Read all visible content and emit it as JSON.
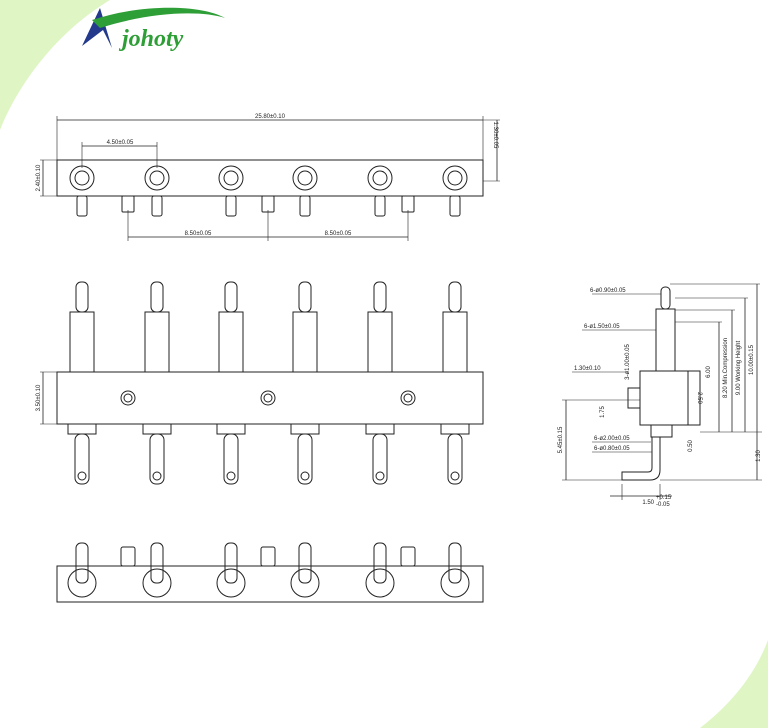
{
  "brand": {
    "name": "johoty",
    "color": "#2e9e36",
    "accent": "#233a8c",
    "icon": "johoty-logo-icon"
  },
  "colors": {
    "corner_green": "#dff6c4",
    "line": "#222222"
  },
  "drawing": {
    "top_view": {
      "overall_length": "25.80±0.10",
      "pitch": "4.50±0.05",
      "height": "2.40±0.10",
      "edge": "1.30±0.05",
      "spacing_left": "8.50±0.05",
      "spacing_right": "8.50±0.05"
    },
    "front_view": {
      "body_height": "3.50±0.10"
    },
    "side_view": {
      "pin_tip": "6-ø0.90±0.05",
      "pin_body": "6-ø1.50±0.05",
      "post": "3-ø1.00±0.05",
      "post_len": "1.30±0.10",
      "base_dia": "6-ø2.00±0.05",
      "tail_dia": "6-ø0.80±0.05",
      "v_175": "1.75",
      "v_250": "2.50",
      "v_600": "6.00",
      "min_compression": "8.20 Min.Compression",
      "working_height": "9.00 Working Height",
      "total_height": "10.00±0.15",
      "left_height": "5.45±0.15",
      "v_050": "0.50",
      "v_130": "1.30",
      "bottom": "1.50",
      "tol_plus": "+0.15",
      "tol_minus": "-0.05"
    }
  }
}
